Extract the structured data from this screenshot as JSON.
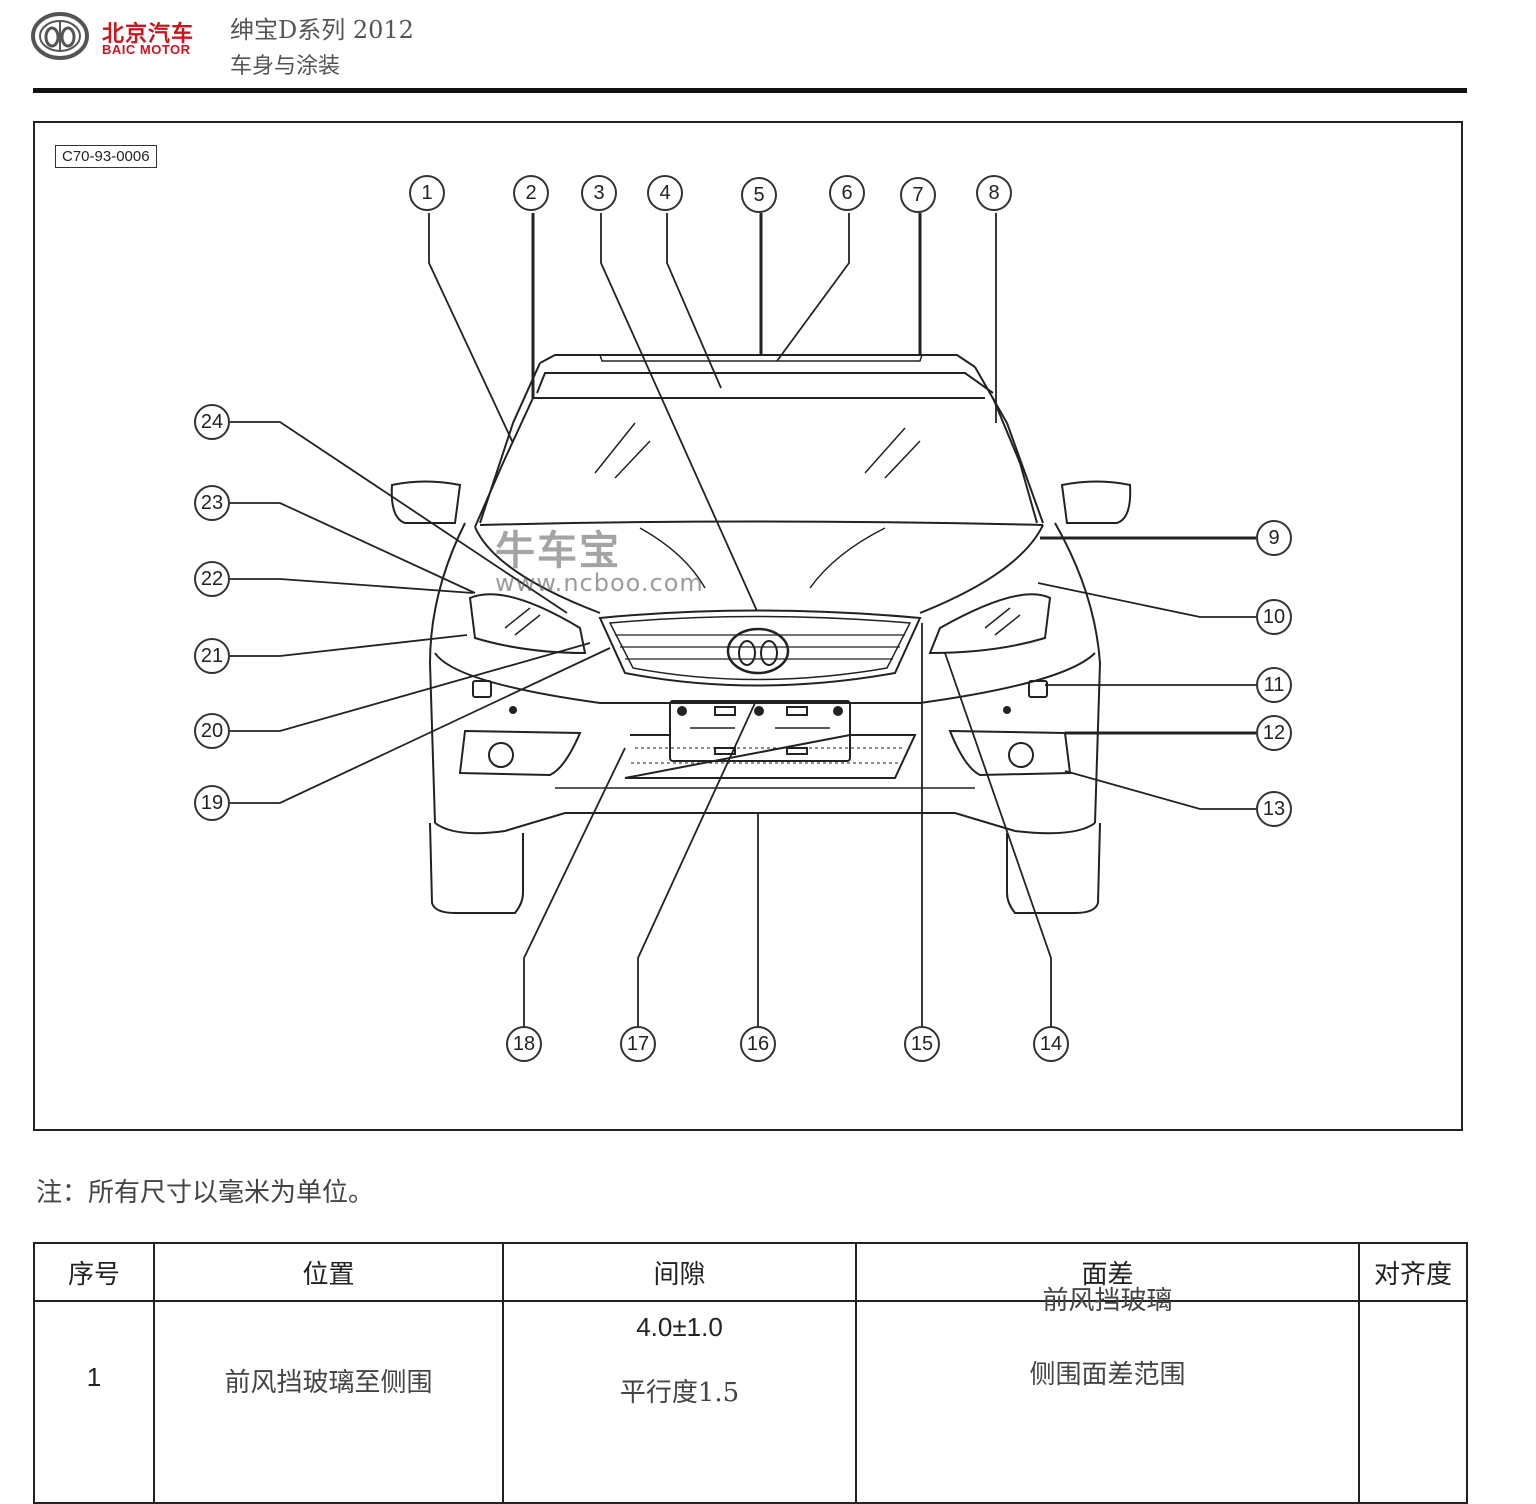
{
  "header": {
    "brand_cn": "北京汽车",
    "brand_en": "BAIC MOTOR",
    "title": "绅宝D系列 2012",
    "subtitle": "车身与涂装"
  },
  "figure": {
    "code": "C70-93-0006",
    "watermark": {
      "name": "牛车宝",
      "url": "www.ncboo.com"
    },
    "callouts": [
      "1",
      "2",
      "3",
      "4",
      "5",
      "6",
      "7",
      "8",
      "9",
      "10",
      "11",
      "12",
      "13",
      "14",
      "15",
      "16",
      "17",
      "18",
      "19",
      "20",
      "21",
      "22",
      "23",
      "24"
    ]
  },
  "note": "注：所有尺寸以毫米为单位。",
  "table": {
    "headers": [
      "序号",
      "位置",
      "间隙",
      "面差",
      "对齐度"
    ],
    "rows": [
      {
        "index": "1",
        "location": "前风挡玻璃至侧围",
        "gap_value": "4.0±1.0",
        "gap_parallel": "平行度1.5",
        "flush_line1": "前风挡玻璃",
        "flush_line2": "侧围面差范围",
        "alignment": ""
      }
    ]
  },
  "colors": {
    "brand": "#c8161d",
    "line": "#222222",
    "text": "#444444"
  }
}
